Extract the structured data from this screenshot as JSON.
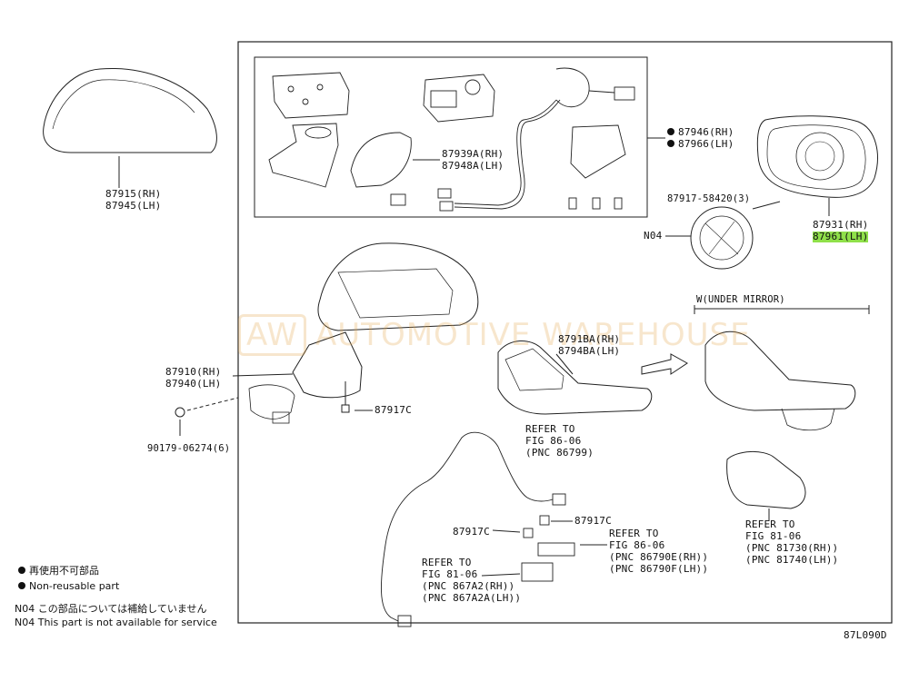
{
  "diagram_code": "87L090D",
  "watermark": {
    "mark": "AW",
    "text": "AUTOMOTIVE WAREHOUSE"
  },
  "labels": {
    "cover_rh": "87915(RH)",
    "cover_lh": "87945(LH)",
    "cover_inner_rh": "87939A(RH)",
    "cover_inner_lh": "87948A(LH)",
    "kit_rh": "87946(RH)",
    "kit_lh": "87966(LH)",
    "screw_main": "87917-58420(3)",
    "mirror_rh": "87931(RH)",
    "mirror_lh": "87961(LH)",
    "n04": "N04",
    "outer_mirror_rh": "87910(RH)",
    "outer_mirror_lh": "87940(LH)",
    "screw_c1": "87917C",
    "screw_c2": "87917C",
    "screw_c3": "87917C",
    "clip": "90179-06274(6)",
    "under_mirror": "W(UNDER MIRROR)",
    "lower_cover_rh": "8791BA(RH)",
    "lower_cover_lh": "8794BA(LH)",
    "refer_86_06_a": [
      "REFER TO",
      "FIG 86-06",
      "(PNC 86799)"
    ],
    "refer_86_06_b": [
      "REFER TO",
      "FIG 86-06",
      "(PNC 86790E(RH))",
      "(PNC 86790F(LH))"
    ],
    "refer_81_06_a": [
      "REFER TO",
      "FIG 81-06",
      "(PNC 867A2(RH))",
      "(PNC 867A2A(LH))"
    ],
    "refer_81_06_b": [
      "REFER TO",
      "FIG 81-06",
      "(PNC 81730(RH))",
      "(PNC 81740(LH))"
    ]
  },
  "legend": {
    "non_reusable_jp": "再使用不可部品",
    "non_reusable_en": "Non-reusable part",
    "n04_jp": "N04 この部品については補給していません",
    "n04_en": "N04 This part is not available for service"
  },
  "colors": {
    "highlight": "#8fe04a",
    "watermark": "#e6a94e"
  }
}
